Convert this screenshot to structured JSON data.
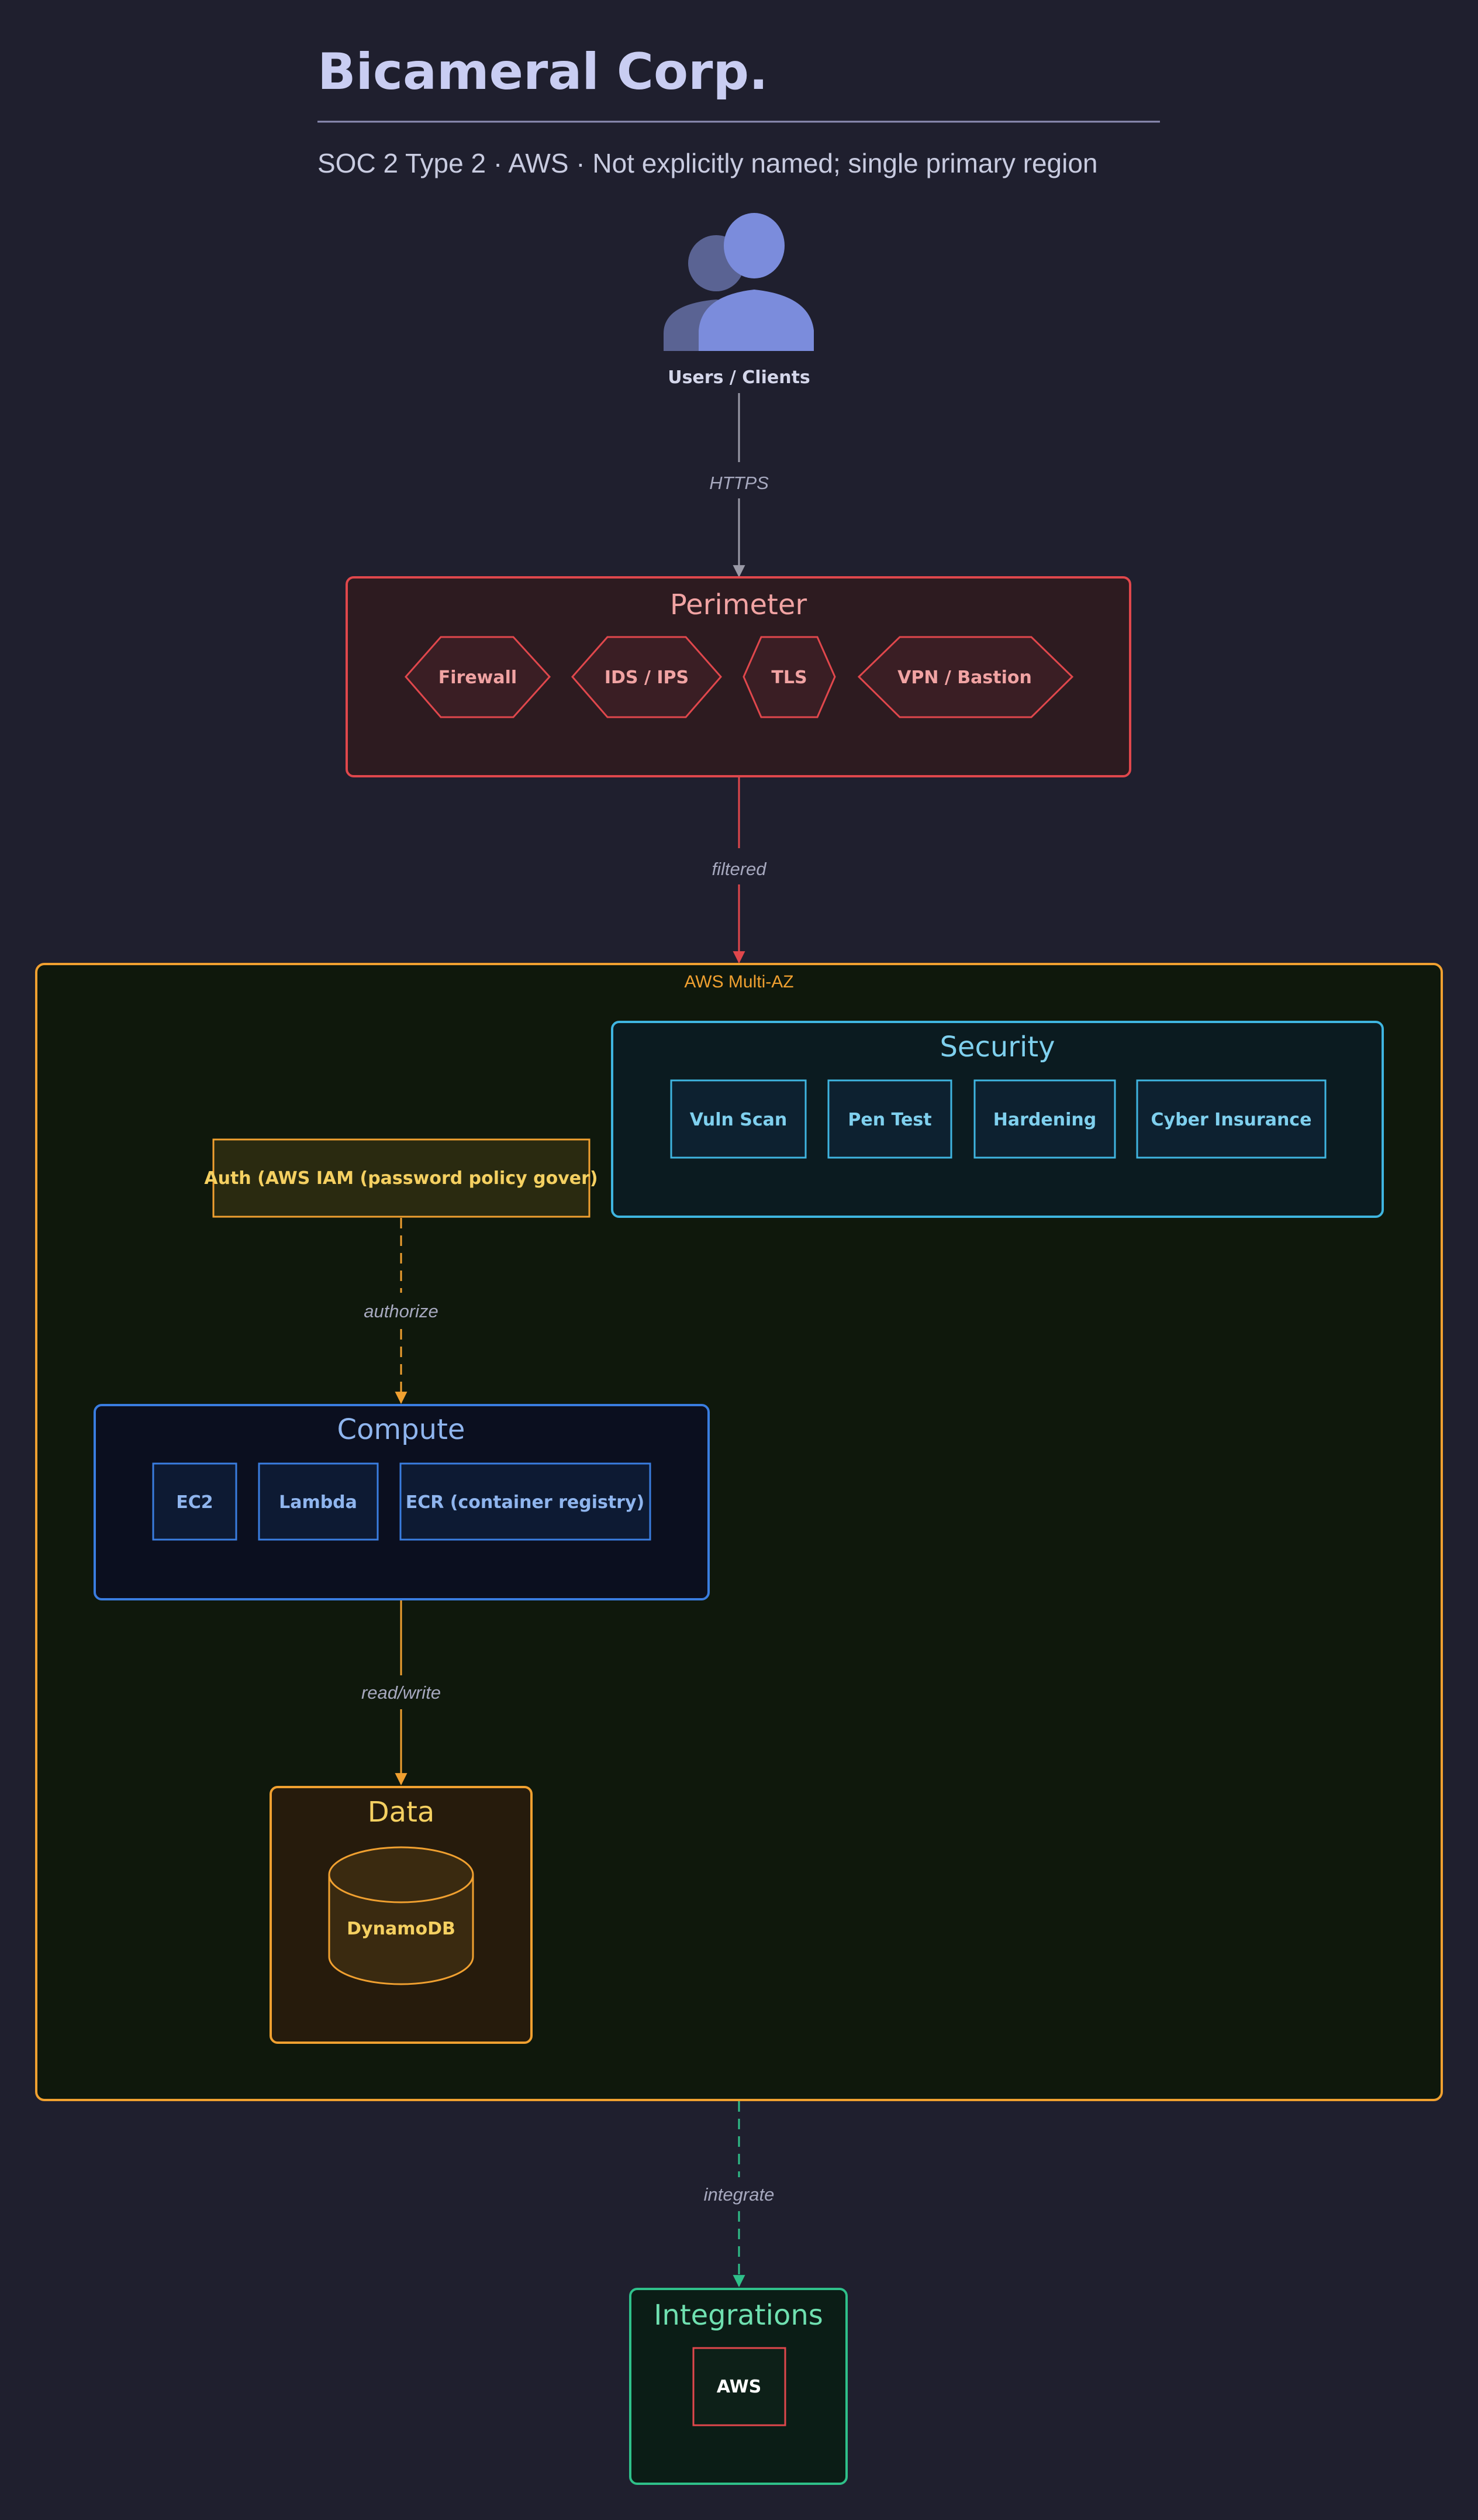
{
  "header": {
    "title": "Bicameral Corp.",
    "subtitle": "SOC 2 Type 2 · AWS · Not explicitly named; single primary region"
  },
  "users": {
    "label": "Users / Clients"
  },
  "edges": {
    "users_perimeter": "HTTPS",
    "perimeter_vpc": "filtered",
    "auth_compute": "authorize",
    "compute_data": "read/write",
    "vpc_integrations": "integrate"
  },
  "perimeter": {
    "title": "Perimeter",
    "items": [
      "Firewall",
      "IDS / IPS",
      "TLS",
      "VPN / Bastion"
    ]
  },
  "vpc": {
    "label": "AWS Multi-AZ"
  },
  "security": {
    "title": "Security",
    "items": [
      "Vuln Scan",
      "Pen Test",
      "Hardening",
      "Cyber Insurance"
    ]
  },
  "auth": {
    "label": "Auth (AWS IAM (password policy gover)"
  },
  "compute": {
    "title": "Compute",
    "items": [
      "EC2",
      "Lambda",
      "ECR (container registry)"
    ]
  },
  "data": {
    "title": "Data",
    "store": "DynamoDB"
  },
  "integrations": {
    "title": "Integrations",
    "items": [
      "AWS"
    ]
  },
  "colors": {
    "background": "#1f1f2e",
    "perimeter": "#e0474c",
    "vpc": "#f0a030",
    "security": "#3fb5e0",
    "compute": "#3a7de0",
    "data": "#f0a030",
    "integrations": "#2fc08a",
    "users": "#7b8cdc"
  }
}
